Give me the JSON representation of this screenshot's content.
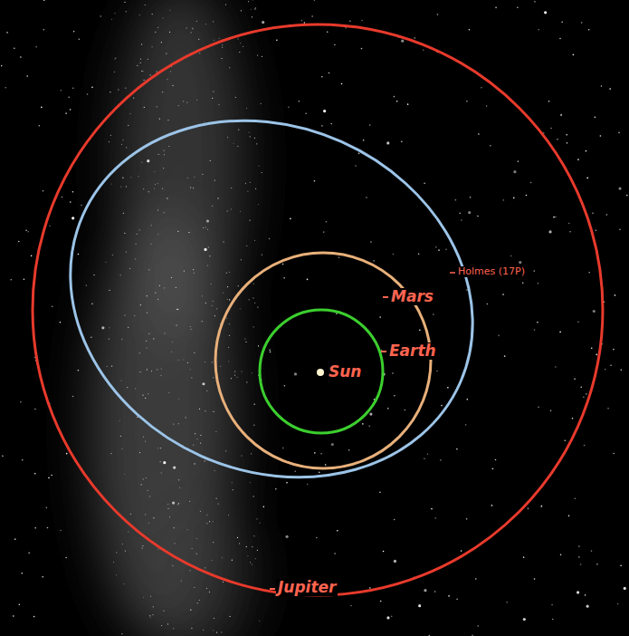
{
  "diagram": {
    "labels": [
      "Holmes (17P)",
      "Mars",
      "Earth",
      "Sun",
      "Jupiter"
    ]
  }
}
